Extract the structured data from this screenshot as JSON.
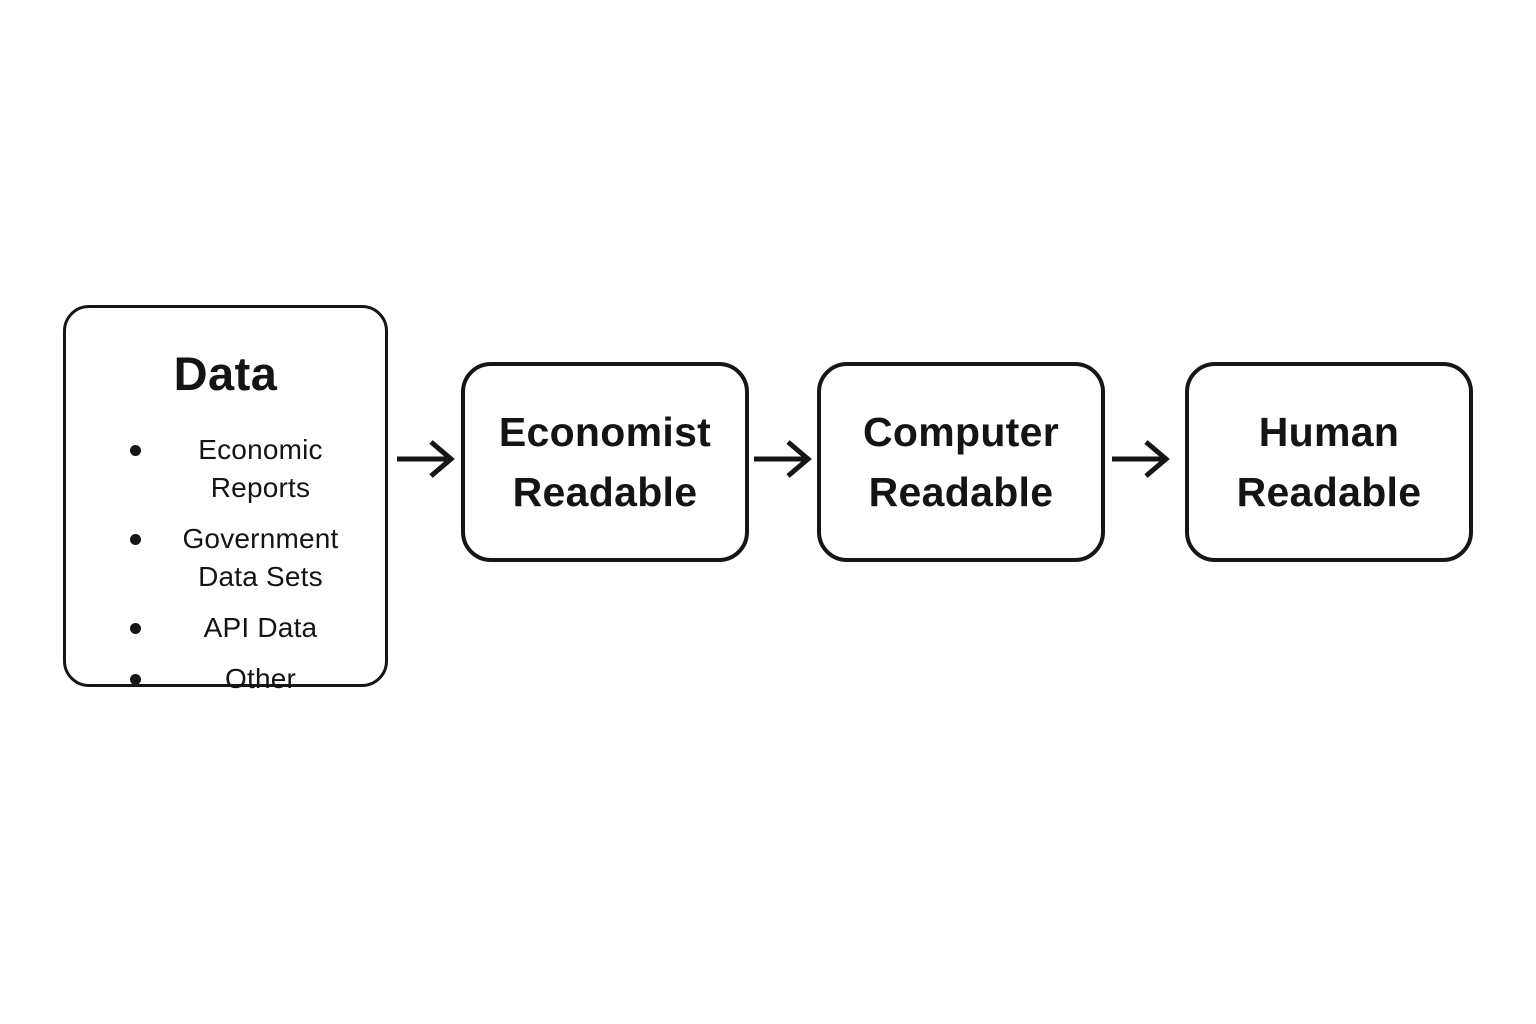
{
  "diagram": {
    "title_hint": "data-pipeline-flow",
    "data_box": {
      "title": "Data",
      "bullets": [
        "Economic Reports",
        "Government Data Sets",
        "API Data",
        "Other"
      ]
    },
    "stages": [
      {
        "label": "Economist Readable"
      },
      {
        "label": "Computer Readable"
      },
      {
        "label": "Human Readable"
      }
    ],
    "arrow_icon": "right-arrow",
    "colors": {
      "stroke": "#161616",
      "background": "#ffffff",
      "text": "#141414"
    }
  }
}
